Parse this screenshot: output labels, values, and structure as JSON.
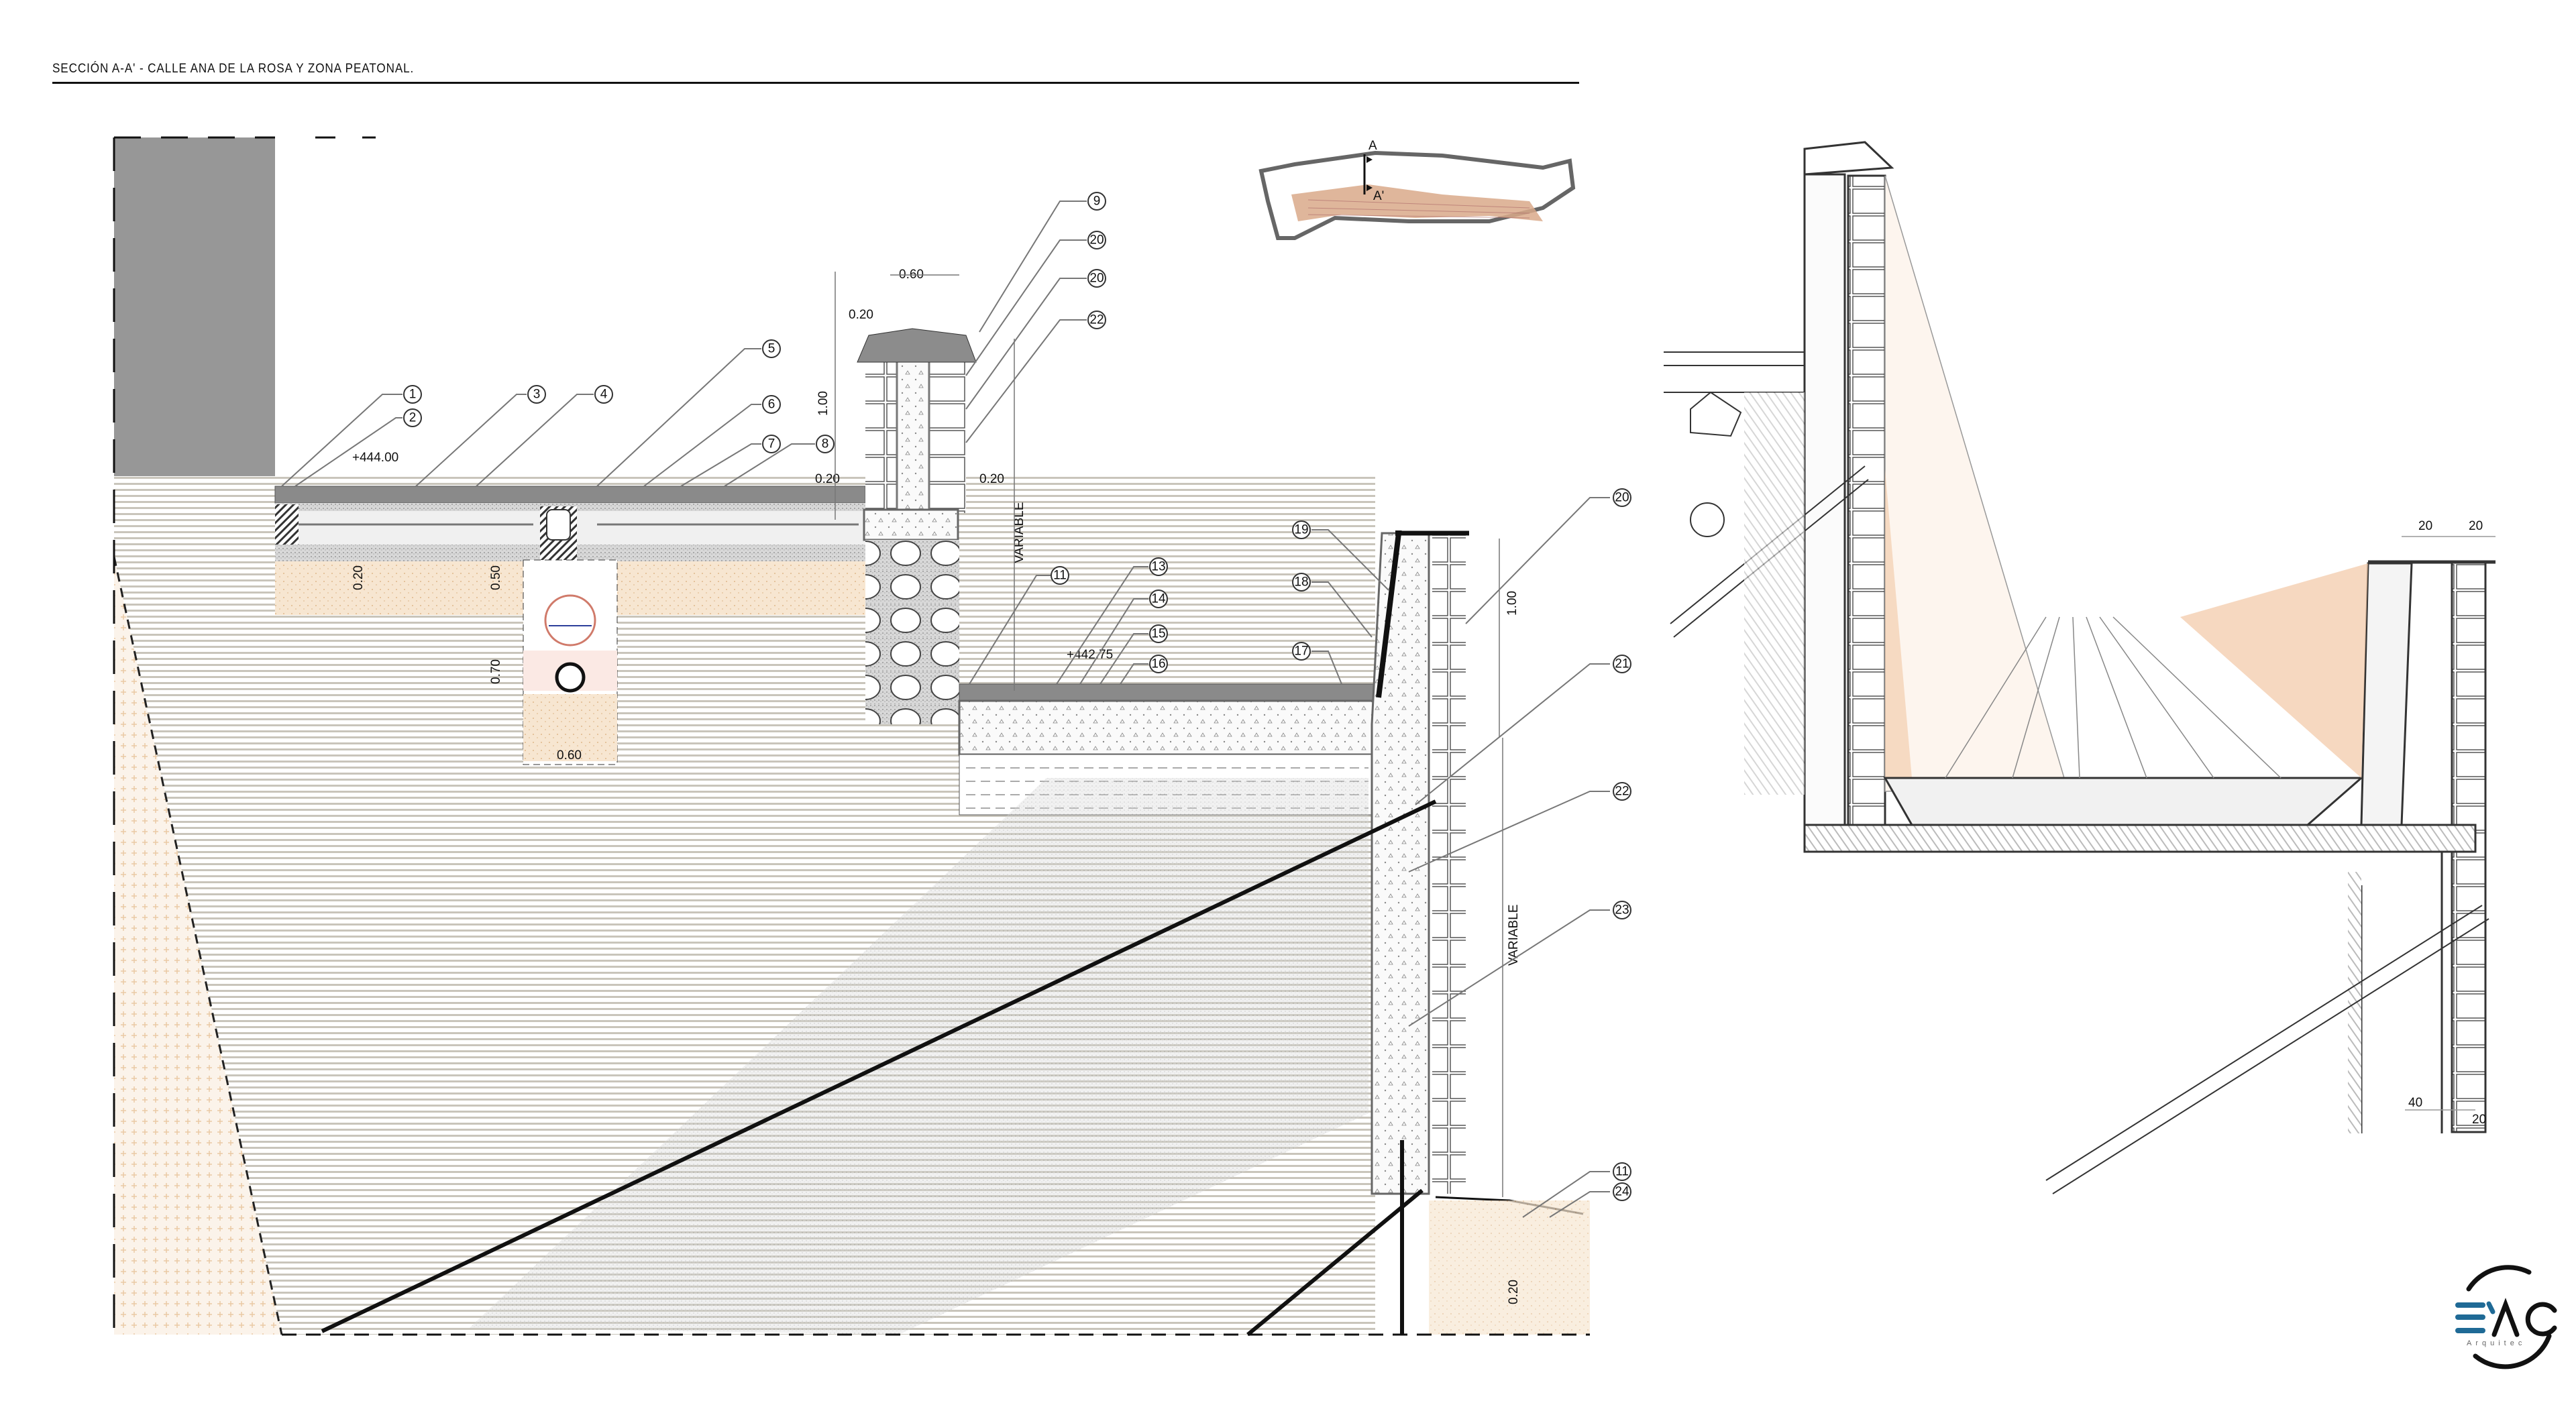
{
  "drawing": {
    "title": "SECCIÓN A-A' - CALLE ANA DE LA ROSA Y ZONA PEATONAL.",
    "elevations": {
      "upper_street": "+444.00",
      "lower_walkway": "+442.75"
    },
    "dimensions": {
      "parapet_width": "0.60",
      "parapet_core": "0.20",
      "parapet_height": "1.00",
      "parapet_side_left": "0.20",
      "parapet_side_right": "0.20",
      "variable_height_upper": "VARIABLE",
      "pavement_depth": "0.20",
      "trench_upper_depth": "0.50",
      "trench_lower_depth": "0.70",
      "trench_width": "0.60",
      "wall_railing_height": "1.00",
      "variable_height_lower": "VARIABLE",
      "footing_depth": "0.20"
    },
    "callouts": [
      "1",
      "2",
      "3",
      "4",
      "5",
      "6",
      "7",
      "8",
      "9",
      "20",
      "20",
      "22",
      "11",
      "13",
      "14",
      "15",
      "16",
      "17",
      "18",
      "19",
      "20",
      "21",
      "22",
      "23",
      "11",
      "24"
    ],
    "key_plan": {
      "section_marker_top": "A",
      "section_marker_bottom": "A'"
    },
    "sketch": {
      "dim_top_left": "20",
      "dim_top_right": "20",
      "dim_bottom_left": "40",
      "dim_bottom_right": "20"
    },
    "colors": {
      "wall_grey": "#979797",
      "paver_grey": "#8a8a8a",
      "sand_fill": "#f3dcc0",
      "sketch_orange": "#e8a070",
      "logo_blue": "#1f6a96",
      "logo_black": "#111111"
    }
  },
  "logo": {
    "mark": "EAC",
    "subtitle": "Arquitec"
  }
}
